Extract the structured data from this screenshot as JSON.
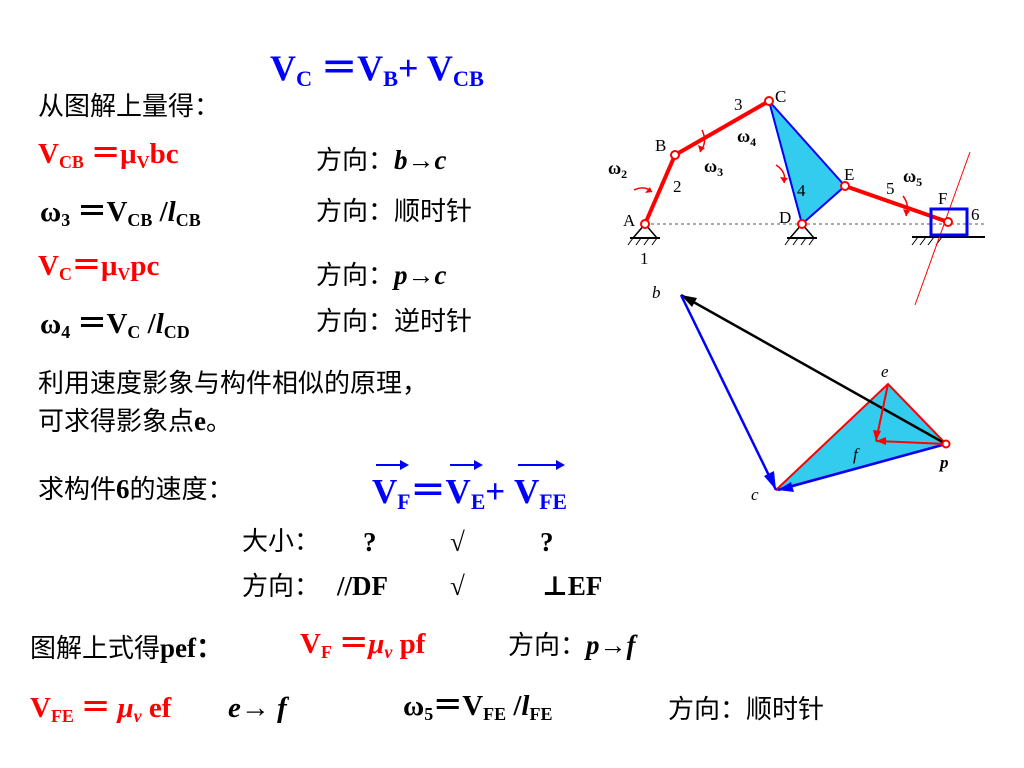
{
  "title": {
    "v": "V",
    "c": "C",
    "eq": "＝",
    "vb": "V",
    "b": "B",
    "plus": "+ ",
    "vcb": "V",
    "cb": "CB"
  },
  "intro": "从图解上量得：",
  "rows": [
    {
      "lhs_v": "V",
      "lhs_sub": "CB",
      "mid": "＝μ",
      "mid_sub": "V",
      "tail": "bc",
      "dir_label": "方向：",
      "dir_value": "b→c"
    },
    {
      "lhs_v": "ω",
      "lhs_sub": "3",
      "mid": "＝V",
      "mid_sub": "CB",
      "slash": " /",
      "l": "l",
      "l_sub": "CB",
      "dir_label": "方向：",
      "dir_value": "顺时针"
    },
    {
      "lhs_v": "V",
      "lhs_sub": "C",
      "mid": "＝μ",
      "mid_sub": "V",
      "tail": "pc",
      "dir_label": "方向：",
      "dir_value": "p→c"
    },
    {
      "lhs_v": "ω",
      "lhs_sub": "4",
      "mid": "＝V",
      "mid_sub": "C",
      "slash": " /",
      "l": "l",
      "l_sub": "CD",
      "dir_label": "方向：",
      "dir_value": "逆时针"
    }
  ],
  "principle": [
    "利用速度影象与构件相似的原理，",
    "可求得影象点",
    "e",
    "。"
  ],
  "member6": {
    "text_a": "求构件",
    "num": "6",
    "text_b": "的速度："
  },
  "vector_eq": {
    "vf": "V",
    "f": "F",
    "eq": "＝",
    "ve": "V",
    "e": "E",
    "plus": "+ ",
    "vfe": "V",
    "fe": "FE"
  },
  "magnitude": {
    "label": "大小：",
    "a": "?",
    "b": "√",
    "c": "?"
  },
  "direction": {
    "label": "方向：",
    "a": "//DF",
    "b": "√",
    "c": "⊥EF"
  },
  "result1": {
    "text": "图解上式得",
    "pef": "pef：",
    "v": "V",
    "sub": "F",
    "eq": "＝",
    "mu": "μ",
    "mu_sub": "v",
    "tail": " pf",
    "dir_label": "方向：",
    "dir_value": "p→f"
  },
  "result2": {
    "v": "V",
    "sub": "FE",
    "eq": "＝ ",
    "mu": "μ",
    "mu_sub": "v",
    "tail": " ef",
    "arrow": "e→ f",
    "omega": "ω",
    "omega_sub": "5",
    "omega_eq": "＝V",
    "omega_v_sub": "FE",
    "slash": " /",
    "l": "l",
    "l_sub": "FE",
    "dir_label": "方向：",
    "dir_value": "顺时针"
  },
  "mechanism": {
    "points": {
      "A": "A",
      "B": "B",
      "C": "C",
      "D": "D",
      "E": "E",
      "F": "F"
    },
    "links": {
      "n1": "1",
      "n2": "2",
      "n3": "3",
      "n4": "4",
      "n5": "5",
      "n6": "6"
    },
    "omegas": {
      "w2": "ω",
      "w2s": "2",
      "w3": "ω",
      "w3s": "3",
      "w4": "ω",
      "w4s": "4",
      "w5": "ω",
      "w5s": "5"
    }
  },
  "polygon": {
    "b": "b",
    "e": "e",
    "f": "f",
    "p": "p",
    "c": "c"
  },
  "colors": {
    "red": "#ff0000",
    "blue": "#0000ff",
    "cyan": "#33ccee",
    "black": "#000000"
  }
}
